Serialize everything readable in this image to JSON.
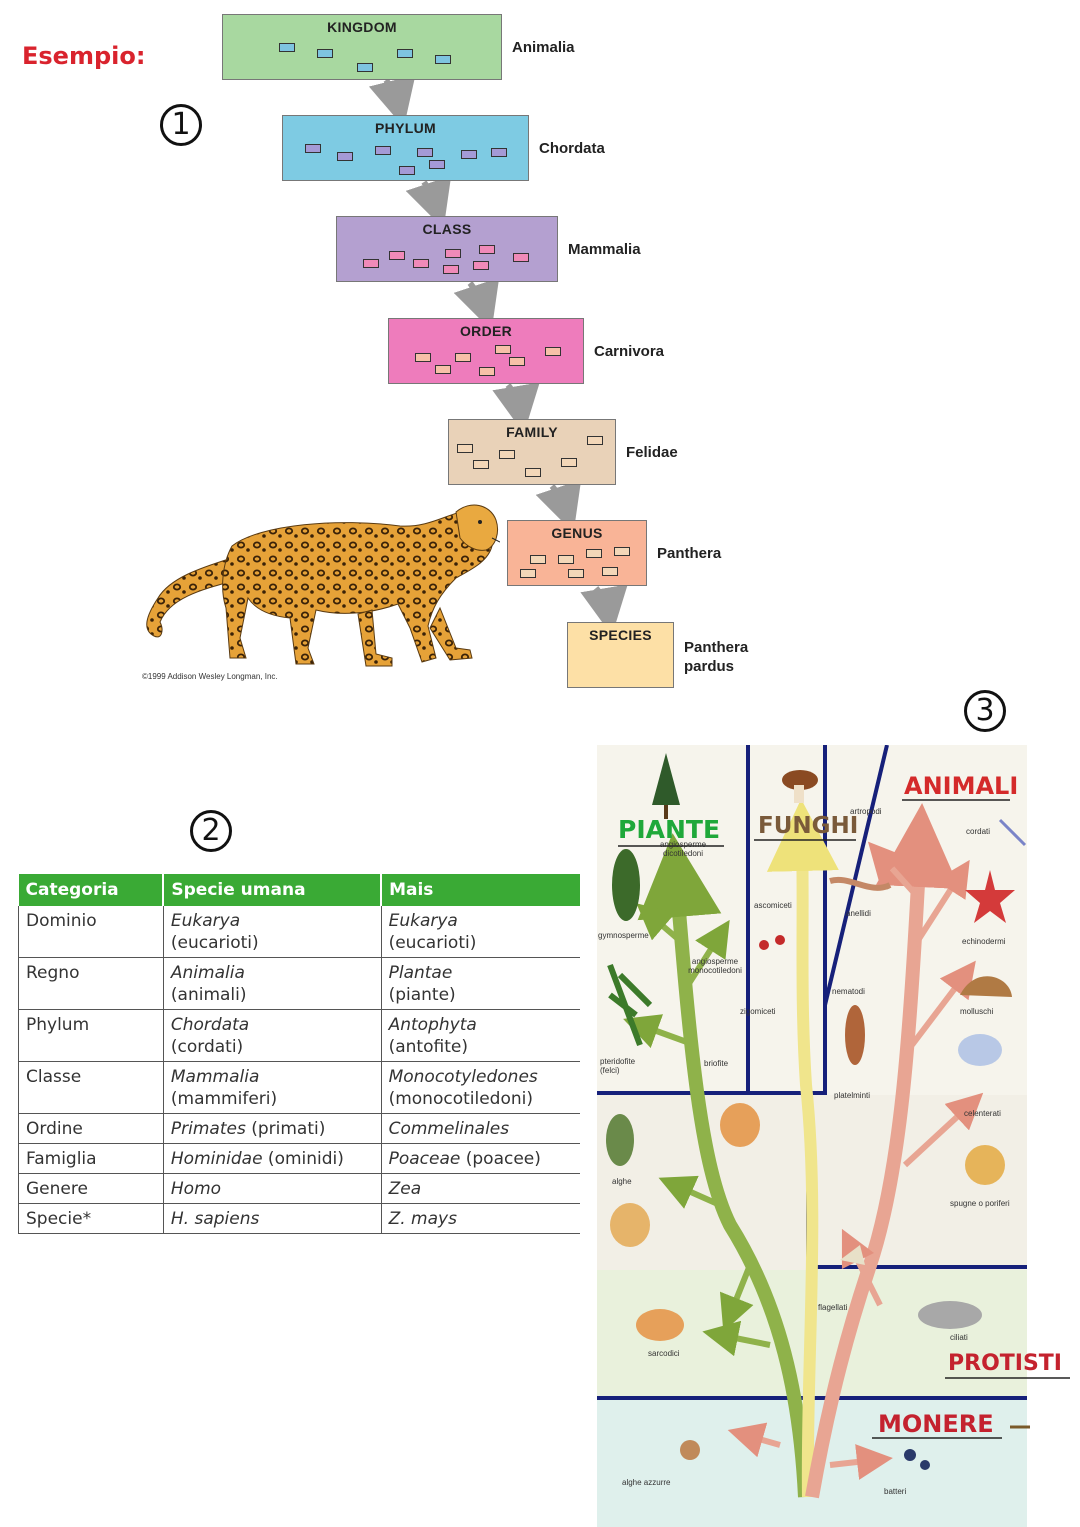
{
  "header": {
    "example_label": "Esempio:"
  },
  "markers": {
    "one": "1",
    "two": "2",
    "three": "3"
  },
  "hierarchy": [
    {
      "rank": "KINGDOM",
      "taxon": "Animalia",
      "color": "#a8d8a0"
    },
    {
      "rank": "PHYLUM",
      "taxon": "Chordata",
      "color": "#7ecbe3"
    },
    {
      "rank": "CLASS",
      "taxon": "Mammalia",
      "color": "#b4a0d0"
    },
    {
      "rank": "ORDER",
      "taxon": "Carnivora",
      "color": "#ee7cbc"
    },
    {
      "rank": "FAMILY",
      "taxon": "Felidae",
      "color": "#e9d2b8"
    },
    {
      "rank": "GENUS",
      "taxon": "Panthera",
      "color": "#f9b497"
    },
    {
      "rank": "SPECIES",
      "taxon_line1": "Panthera",
      "taxon_line2": "pardus",
      "color": "#fde0a6"
    }
  ],
  "copyright": "©1999 Addison Wesley Longman, Inc.",
  "table": {
    "headers": [
      "Categoria",
      "Specie umana",
      "Mais"
    ],
    "rows": [
      {
        "cat": "Dominio",
        "human_it": "Eukarya",
        "human_rest": "(eucarioti)",
        "corn_it": "Eukarya",
        "corn_rest": "(eucarioti)"
      },
      {
        "cat": "Regno",
        "human_it": "Animalia",
        "human_rest": "(animali)",
        "corn_it": "Plantae",
        "corn_rest": "(piante)"
      },
      {
        "cat": "Phylum",
        "human_it": "Chordata",
        "human_rest": "(cordati)",
        "corn_it": "Antophyta",
        "corn_rest": "(antofite)"
      },
      {
        "cat": "Classe",
        "human_it": "Mammalia",
        "human_rest": "(mammiferi)",
        "corn_it": "Monocotyledones",
        "corn_rest": "(monocotiledoni)"
      },
      {
        "cat": "Ordine",
        "human_it": "Primates",
        "human_rest": " (primati)",
        "corn_it": "Commelinales",
        "corn_rest": ""
      },
      {
        "cat": "Famiglia",
        "human_it": "Hominidae",
        "human_rest": " (ominidi)",
        "corn_it": "Poaceae",
        "corn_rest": " (poacee)"
      },
      {
        "cat": "Genere",
        "human_it": "Homo",
        "human_rest": "",
        "corn_it": "Zea",
        "corn_rest": ""
      },
      {
        "cat": "Specie*",
        "human_it": "H. sapiens",
        "human_rest": "",
        "corn_it": "Z. mays",
        "corn_rest": ""
      }
    ]
  },
  "tree": {
    "kingdoms": {
      "plants": "PIANTE",
      "fungi": "FUNGHI",
      "animals": "ANIMALI",
      "protists": "PROTISTI",
      "monera": "MONERE"
    },
    "labels": {
      "angiosperms_dicot": "angiosperme dicotiledoni",
      "gymnosperms": "gymnosperme",
      "angiosperms_monocot": "angiosperme monocotiledoni",
      "pteridophytes": "pteridofite (felci)",
      "bryophytes": "briofite",
      "ascomycetes": "ascomiceti",
      "zygomycetes": "zigomiceti",
      "arthropods": "artropodi",
      "chordates": "cordati",
      "annelids": "anellidi",
      "echinoderms": "echinodermi",
      "nematodes": "nematodi",
      "molluscs": "molluschi",
      "flatworms": "platelminti",
      "cnidarians": "celenterati",
      "sponges": "spugne o poriferi",
      "algae": "alghe",
      "flagellates": "flagellati",
      "ciliates": "ciliati",
      "sarcodines": "sarcodici",
      "blue_algae": "alghe azzurre",
      "bacteria": "batteri"
    },
    "colors": {
      "plants": "#1fa83a",
      "fungi": "#7a5a3a",
      "animals": "#d42a2a",
      "protists": "#c4222e",
      "monera": "#c4222e",
      "border": "#16207a"
    }
  }
}
